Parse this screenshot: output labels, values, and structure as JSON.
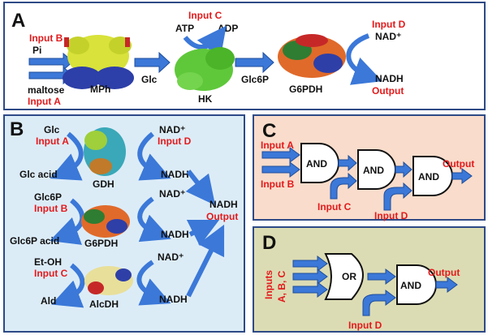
{
  "colors": {
    "arrow": "#3b78d8",
    "arrow_dark": "#1f4e9c",
    "red": "#e31a1c",
    "black": "#111111",
    "panel_border": "#2e4a86"
  },
  "panelA": {
    "letter": "A",
    "input_b": "Input B",
    "pi": "Pi",
    "maltose": "maltose",
    "input_a": "Input A",
    "mph": "MPh",
    "glc": "Glc",
    "input_c": "Input C",
    "atp": "ATP",
    "adp": "ADP",
    "hk": "HK",
    "glc6p": "Glc6P",
    "g6pdh": "G6PDH",
    "input_d": "Input D",
    "nad": "NAD⁺",
    "nadh": "NADH",
    "output": "Output"
  },
  "panelB": {
    "letter": "B",
    "glc": "Glc",
    "input_a": "Input A",
    "glc_acid": "Glc acid",
    "gdh": "GDH",
    "nad1": "NAD⁺",
    "input_d": "Input D",
    "nadh1": "NADH",
    "glc6p": "Glc6P",
    "input_b": "Input B",
    "glc6p_acid": "Glc6P acid",
    "g6pdh": "G6PDH",
    "nad2": "NAD⁺",
    "nadh2": "NADH",
    "etoh": "Et-OH",
    "input_c": "Input C",
    "ald": "Ald",
    "alcdh": "AlcDH",
    "nad3": "NAD⁺",
    "nadh3": "NADH",
    "nadh_out": "NADH",
    "output": "Output"
  },
  "panelC": {
    "letter": "C",
    "input_a": "Input A",
    "input_b": "Input B",
    "input_c": "Input C",
    "input_d": "Input D",
    "gate1": "AND",
    "gate2": "AND",
    "gate3": "AND",
    "output": "Output"
  },
  "panelD": {
    "letter": "D",
    "inputs": "Inputs",
    "abc": "A, B, C",
    "gate_or": "OR",
    "gate_and": "AND",
    "input_d": "Input D",
    "output": "Output"
  }
}
